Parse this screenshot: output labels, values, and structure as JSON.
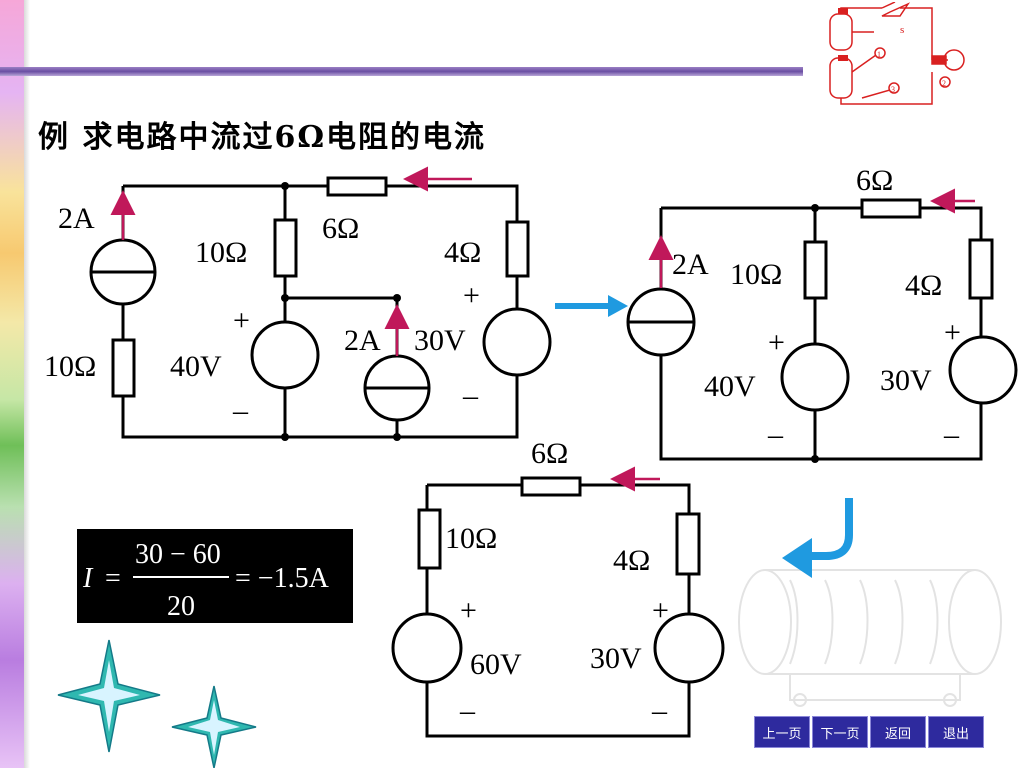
{
  "title": "例  求电路中流过6Ω电阻的电流",
  "circuit1": {
    "labels": {
      "cs_left": "2A",
      "r_left": "10Ω",
      "r_mid": "10Ω",
      "r_top": "6Ω",
      "r_right": "4Ω",
      "v_40": "40V",
      "cs_mid": "2A",
      "v_30": "30V",
      "plus": "+",
      "minus": "–"
    }
  },
  "circuit2": {
    "labels": {
      "r_top": "6Ω",
      "cs": "2A",
      "r_mid": "10Ω",
      "r_right": "4Ω",
      "v_40": "40V",
      "v_30": "30V",
      "plus": "+",
      "minus": "–"
    }
  },
  "circuit3": {
    "labels": {
      "r_top": "6Ω",
      "r_left": "10Ω",
      "r_right": "4Ω",
      "v_60": "60V",
      "v_30": "30V",
      "plus": "+",
      "minus": "–"
    }
  },
  "formula": {
    "lhs": "I",
    "eq": "=",
    "numerator": "30 − 60",
    "denominator": "20",
    "result": "= −1.5A"
  },
  "logo": {
    "switch_label": "s",
    "n1": "1",
    "n2": "2",
    "n3": "3"
  },
  "nav": {
    "prev": "上一页",
    "next": "下一页",
    "back": "返回",
    "exit": "退出"
  },
  "colors": {
    "arrow_current": "#c0185a",
    "arrow_flow": "#1f9ae0",
    "nav_bg": "#2e2a9e",
    "logo_red": "#d92020"
  }
}
